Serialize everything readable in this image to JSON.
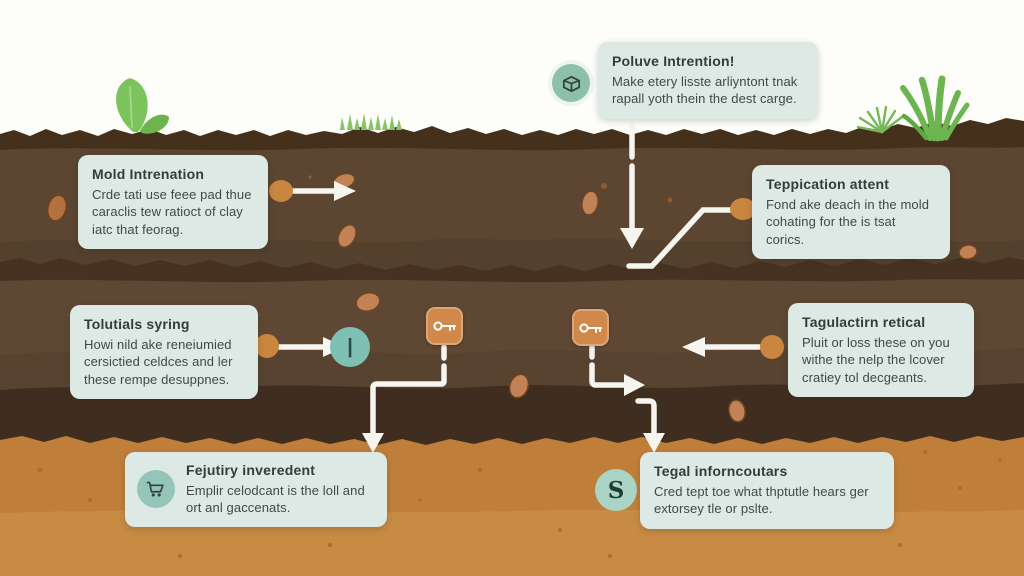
{
  "colors": {
    "sky": "#fdfdfa",
    "soil_crust": "#45301c",
    "soil_a": "#5c4531",
    "soil_band": "#53402d",
    "soil_divider": "#473221",
    "soil_b": "#5e4834",
    "soil_mid": "#574330",
    "soil_dark": "#3f2e20",
    "soil_orange": "#bf7f3b",
    "soil_orange_light": "#c88b44",
    "pebble": "#c18356",
    "pebble_edge": "#6f4322",
    "speckle": "#a96f30",
    "arrow_white": "#f7f5f0",
    "accent_orange": "#c9863f",
    "icon_orange": "#d0884b",
    "teal_icon": "#8cc0ab",
    "teal_pipe": "#7fc0b4",
    "teal_light": "#a9d4c6",
    "teal_cart": "#93c6b8",
    "box_bg": "#dde9e4",
    "box_title": "#343b3d",
    "box_text": "#40484a",
    "plant_green": "#7cc25d",
    "grass_green": "#86c468",
    "tall_grass": "#6cb550"
  },
  "callouts": {
    "top_note": {
      "title": "Poluve Intrention!",
      "body": "Make etery lisste arliyntont tnak rapall yoth thein the dest carge.",
      "icon": "package-icon"
    },
    "topsoil_left": {
      "title": "Mold Intrenation",
      "body": "Crde tati use feee pad thue caraclis tew ratioct of clay iatc that feorag."
    },
    "topsoil_right": {
      "title": "Teppication attent",
      "body": "Fond ake deach in the mold cohating for the is tsat corics."
    },
    "subsoil_left": {
      "title": "Tolutials syring",
      "body": "Howi nild ake reneiumied cersictied celdces and ler these rempe desuppnes."
    },
    "subsoil_right": {
      "title": "Tagulactirn retical",
      "body": "Pluit or loss these on you withe the nelp the lcover cratiey tol decgeants."
    },
    "bottom_left": {
      "title": "Fejutiry inveredent",
      "body": "Emplir celodcant is the loll and ort anl gaccenats.",
      "icon": "cart-icon"
    },
    "bottom_right": {
      "title": "Tegal inforncoutars",
      "body": "Cred tept toe what thptutle hears ger extorsey tle or pslte.",
      "icon": "dollar-icon"
    }
  },
  "glyphs": {
    "pipe": "|",
    "dollar": "S"
  }
}
